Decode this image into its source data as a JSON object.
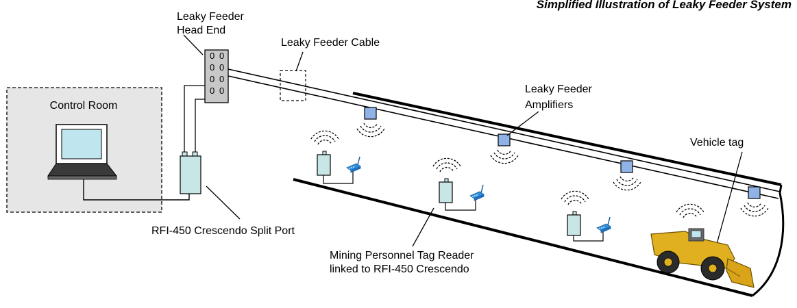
{
  "title": "Simplified Illustration of Leaky Feeder System",
  "labels": {
    "head_end_line1": "Leaky Feeder",
    "head_end_line2": "Head End",
    "cable": "Leaky Feeder Cable",
    "control_room": "Control Room",
    "amplifiers_line1": "Leaky Feeder",
    "amplifiers_line2": "Amplifiers",
    "vehicle_tag": "Vehicle tag",
    "split_port": "RFI-450 Crescendo Split Port",
    "reader_line1": "Mining Personnel Tag Reader",
    "reader_line2": "linked to RFI-450 Crescendo"
  },
  "colors": {
    "amplifier_fill": "#8fb3e6",
    "device_fill": "#c8e6e6",
    "wifi_blue": "#2f8fd8",
    "head_end_fill": "#c8c8c8",
    "vehicle_yellow": "#e0b020",
    "screen_fill": "#bfe6ef"
  },
  "icons": {
    "head_end": "rack-icon",
    "laptop": "laptop-icon",
    "amplifier": "amplifier-icon",
    "tag_reader": "tag-reader-icon",
    "wifi_device": "wifi-device-icon",
    "vehicle": "loader-vehicle-icon",
    "signal": "signal-waves-icon"
  }
}
